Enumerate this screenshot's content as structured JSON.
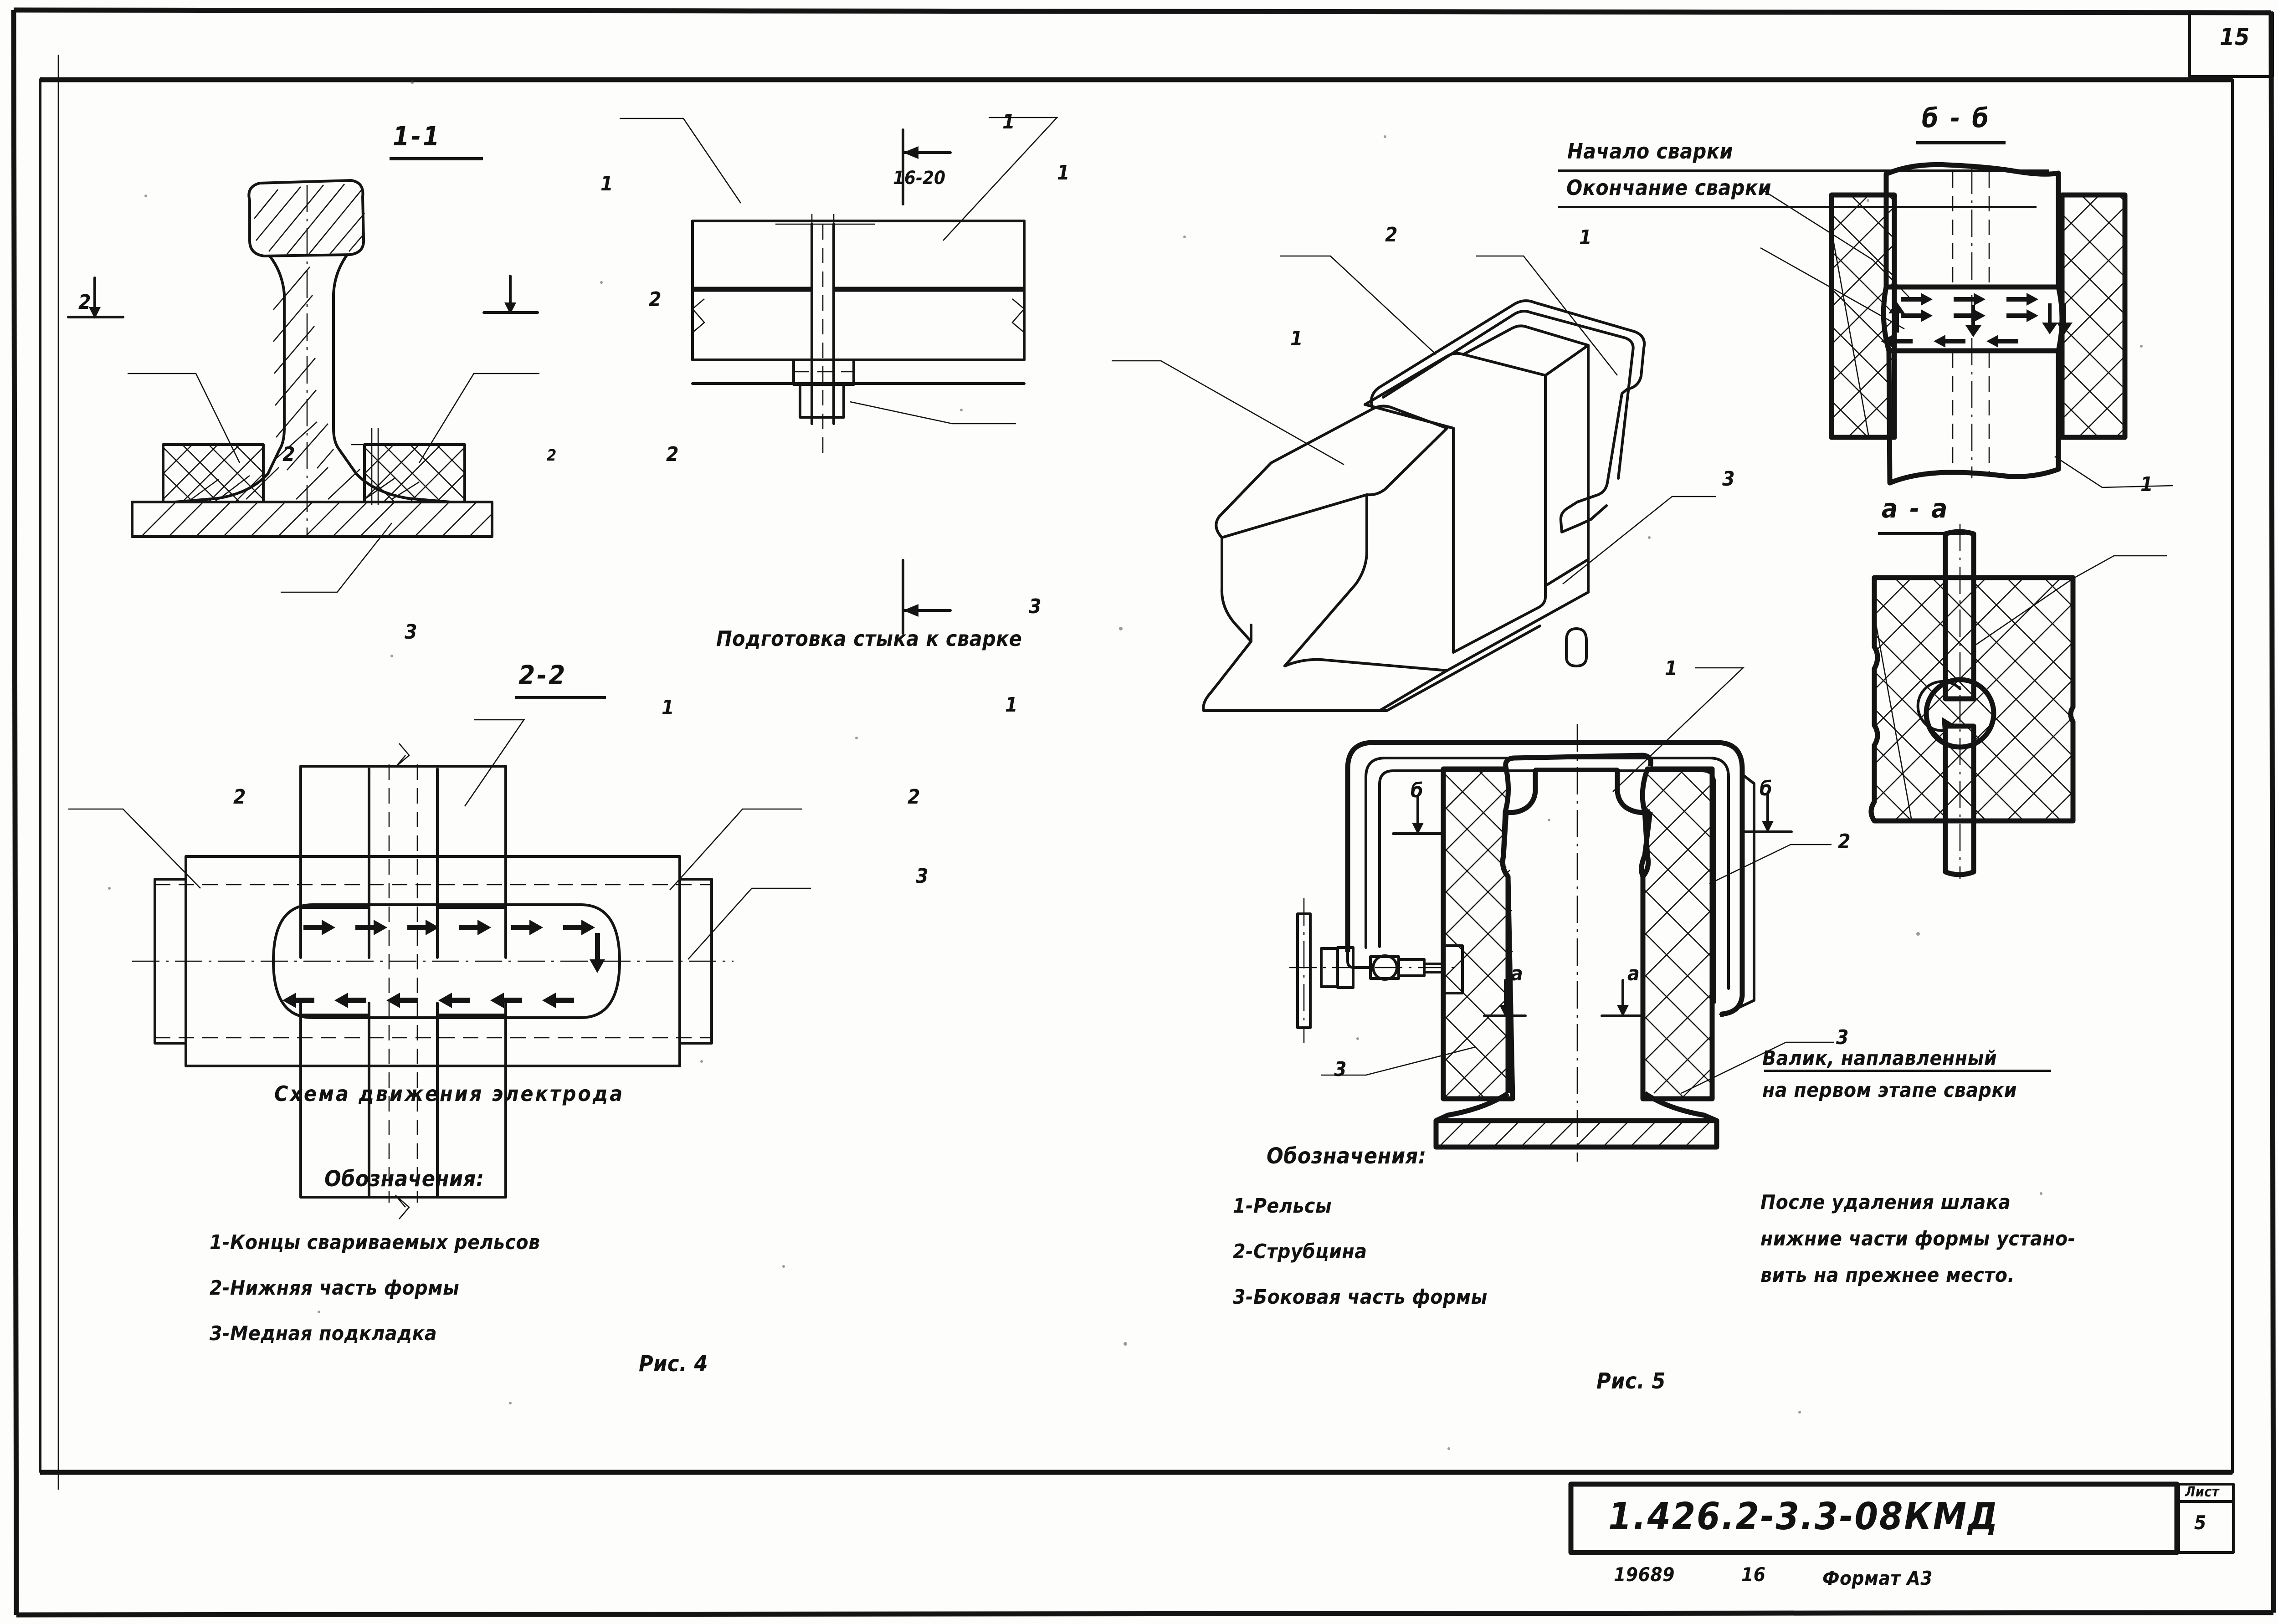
{
  "sheet": {
    "page_number": "15",
    "format_note": "Формат А3",
    "drawing_code": "1.426.2-3.3-08КМД",
    "sheet_label": "Лист",
    "sheet_number": "5",
    "archive_number": "19689",
    "archive_number2": "16"
  },
  "figure4": {
    "section_1_1": "1-1",
    "section_2_2": "2-2",
    "caption_prep": "Подготовка стыка к сварке",
    "caption_scheme": "Схема движения электрода",
    "gap_dimension": "16-20",
    "fig_caption": "Рис. 4",
    "legend_title": "Обозначения:",
    "legend_items": [
      "1-Концы свариваемых рельсов",
      "2-Нижняя часть формы",
      "3-Медная подкладка"
    ],
    "callouts": {
      "one": "1",
      "two": "2",
      "three": "3"
    }
  },
  "figure5": {
    "section_b_b": "б - б",
    "section_a_a": "а - а",
    "label_weld_start": "Начало сварки",
    "label_weld_end": "Окончание сварки",
    "label_bead": "Валик, наплавленный\nна первом этапе сварки",
    "label_bead_line1": "Валик, наплавленный",
    "label_bead_line2": "на первом этапе сварки",
    "fig_caption": "Рис. 5",
    "legend_title": "Обозначения:",
    "legend_items": [
      "1-Рельсы",
      "2-Струбцина",
      "3-Боковая часть формы"
    ],
    "note_lines": [
      "После удаления шлака",
      "нижние части формы устано-",
      "вить на прежнее место."
    ],
    "section_markers": {
      "a": "а",
      "b": "б"
    },
    "callouts": {
      "one": "1",
      "two": "2",
      "three": "3"
    }
  },
  "colors": {
    "ink": "#141414",
    "paper": "#fdfdfb"
  }
}
